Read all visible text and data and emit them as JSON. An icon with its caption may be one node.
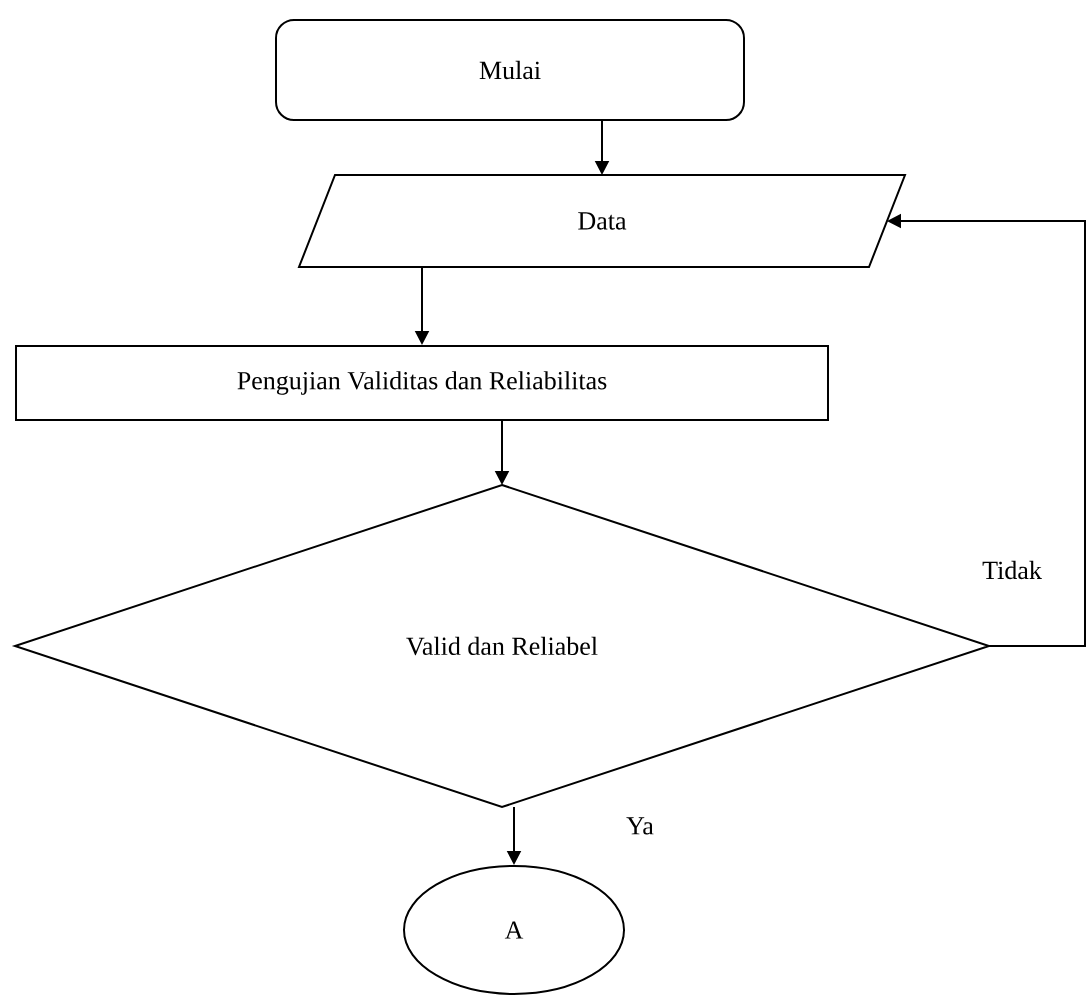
{
  "diagram": {
    "nodes": [
      {
        "text": [
          "Mulai"
        ]
      },
      {
        "text": [
          "Data"
        ]
      },
      {
        "text": [
          "Pengujian Validitas dan Reliabilitas"
        ]
      },
      {
        "text": [
          "Valid dan Reliabel"
        ]
      },
      {
        "text": [
          "A"
        ]
      }
    ],
    "edges": [
      {
        "from": 0,
        "to": 1,
        "arrow": "to"
      },
      {
        "from": 1,
        "to": 2,
        "arrow": "to"
      },
      {
        "from": 2,
        "to": 3,
        "arrow": "to"
      },
      {
        "from": 3,
        "to": 4,
        "arrow": "to",
        "label": "Ya"
      },
      {
        "from": 3,
        "to": 1,
        "arrow": "to",
        "label": "Tidak"
      }
    ]
  }
}
